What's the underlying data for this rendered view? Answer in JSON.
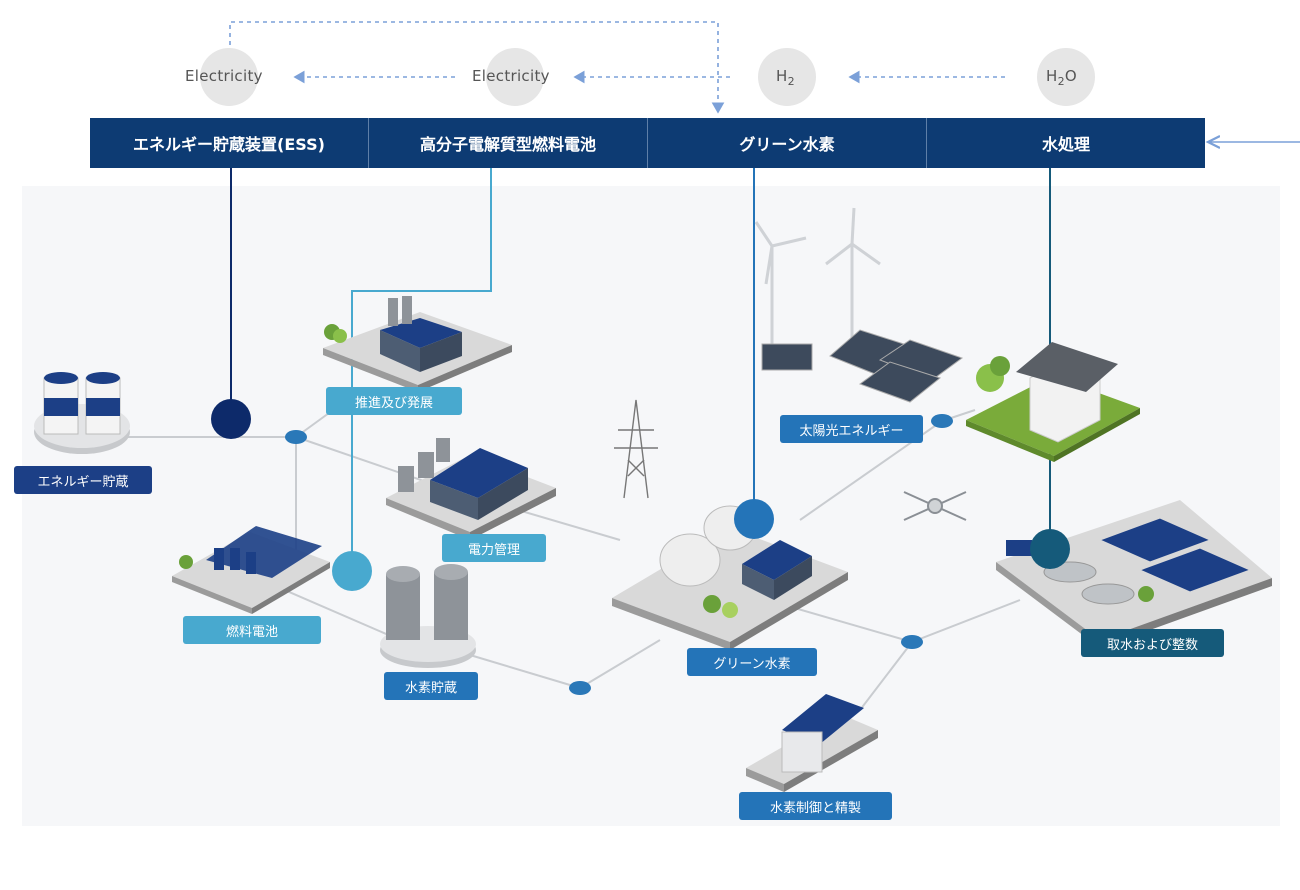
{
  "flow": {
    "items": [
      {
        "label": "Electricity"
      },
      {
        "label": "Electricity"
      },
      {
        "label": "H",
        "sub": "2"
      },
      {
        "label": "H",
        "sub": "2",
        "suffix": "O"
      }
    ]
  },
  "header": {
    "cells": [
      {
        "label": "エネルギー貯蔵装置(ESS)"
      },
      {
        "label": "高分子電解質型燃料電池"
      },
      {
        "label": "グリーン水素"
      },
      {
        "label": "水処理"
      }
    ]
  },
  "tags": {
    "energy_storage": "エネルギー貯蔵",
    "promotion": "推進及び発展",
    "power_mgmt": "電力管理",
    "fuel_cell": "燃料電池",
    "h2_storage": "水素貯蔵",
    "solar": "太陽光エネルギー",
    "green_h2": "グリーン水素",
    "h2_control": "水素制御と精製",
    "water_intake": "取水および整数"
  },
  "colors": {
    "header_bg": "#0d3b73",
    "navy": "#1c3f86",
    "light_blue": "#48a9cf",
    "mid_blue": "#2474b8",
    "teal": "#155a7a",
    "dotted_arrow": "#7ba0d8"
  }
}
